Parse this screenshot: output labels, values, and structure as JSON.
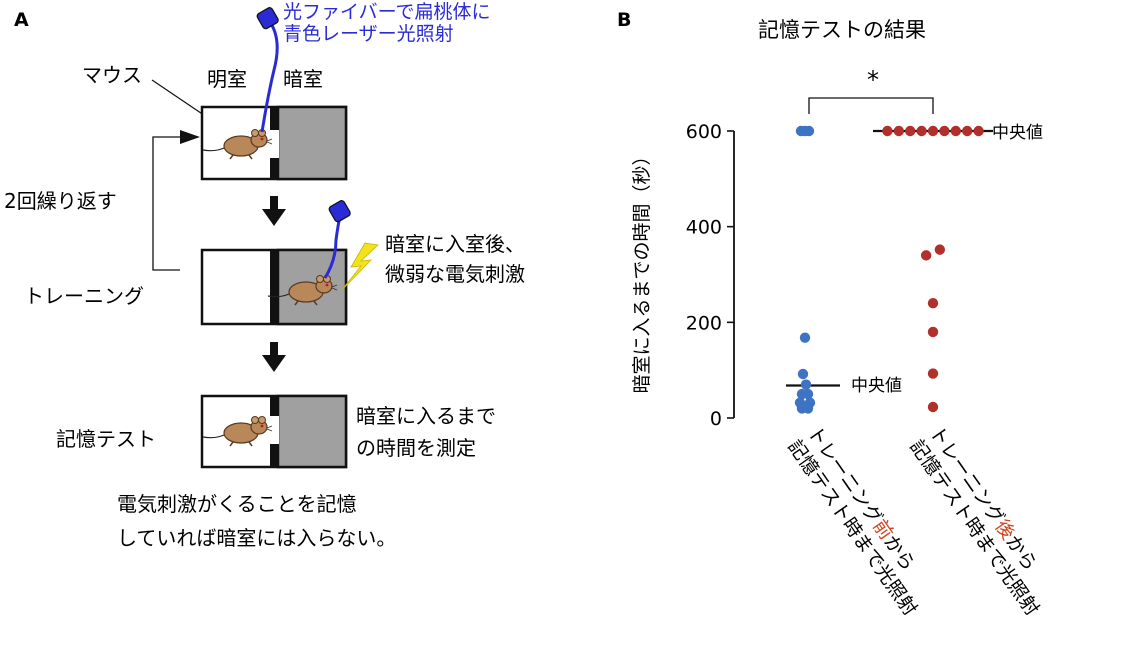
{
  "panel_a": {
    "letter": "A",
    "laser_line1": "光ファイバーで扁桃体に",
    "laser_line2": "青色レーザー光照射",
    "mouse_label": "マウス",
    "light_room": "明室",
    "dark_room": "暗室",
    "repeat_label": "2回繰り返す",
    "training_label": "トレーニング",
    "shock_line1": "暗室に入室後、",
    "shock_line2": "微弱な電気刺激",
    "test_label": "記憶テスト",
    "measure_line1": "暗室に入るまで",
    "measure_line2": "の時間を測定",
    "note_line1": "電気刺激がくることを記憶",
    "note_line2": "していれば暗室には入らない。",
    "colors": {
      "laser": "#2b2bd6",
      "mouse": "#b8875a",
      "dark_room": "#a0a0a0",
      "bolt": "#f2e21b"
    }
  },
  "panel_b": {
    "letter": "B",
    "significance": "*",
    "median_label": "中央値",
    "group_before": {
      "pre": "トレーニング",
      "highlight": "前",
      "post": "から",
      "line2": "記憶テスト時まで光照射"
    },
    "group_after": {
      "pre": "トレーニング",
      "highlight": "後",
      "post": "から",
      "line2": "記憶テスト時まで光照射"
    },
    "highlight_color": "#d2451e"
  },
  "chart_data": {
    "type": "scatter",
    "title": "記憶テストの結果",
    "ylabel": "暗室に入るまでの時間（秒）",
    "xlabel": "",
    "ylim": [
      0,
      600
    ],
    "yticks": [
      0,
      200,
      400,
      600
    ],
    "grid": false,
    "categories": [
      "トレーニング前から記憶テスト時まで光照射",
      "トレーニング後から記憶テスト時まで光照射"
    ],
    "series": [
      {
        "group": 0,
        "color": "#3e73c2",
        "points": [
          [
            -0.4,
            600
          ],
          [
            0,
            600
          ],
          [
            0.4,
            600
          ],
          [
            0,
            168
          ],
          [
            -0.2,
            92
          ],
          [
            0.1,
            70
          ],
          [
            -0.3,
            50
          ],
          [
            0.3,
            50
          ],
          [
            -0.5,
            32
          ],
          [
            0.5,
            32
          ],
          [
            -0.3,
            20
          ],
          [
            0.3,
            20
          ]
        ],
        "median": 68
      },
      {
        "group": 1,
        "color": "#b2302c",
        "points": [
          [
            -1,
            600
          ],
          [
            -0.75,
            600
          ],
          [
            -0.5,
            600
          ],
          [
            -0.25,
            600
          ],
          [
            0,
            600
          ],
          [
            0.25,
            600
          ],
          [
            0.5,
            600
          ],
          [
            0.75,
            600
          ],
          [
            1,
            600
          ],
          [
            0.15,
            352
          ],
          [
            -0.15,
            340
          ],
          [
            0,
            240
          ],
          [
            0,
            180
          ],
          [
            0,
            93
          ],
          [
            0,
            23
          ]
        ],
        "median": 600
      }
    ]
  }
}
